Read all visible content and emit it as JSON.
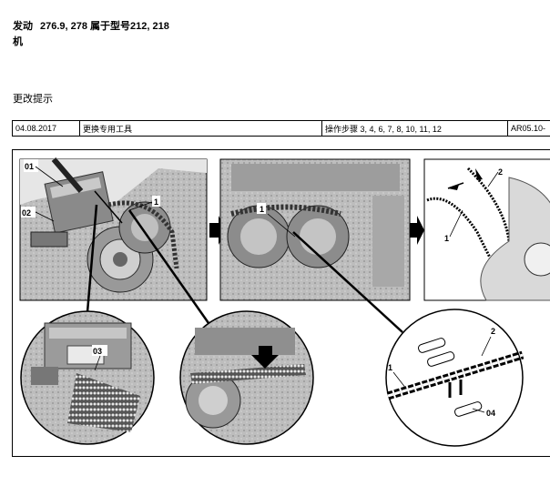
{
  "header": {
    "action": "发动",
    "action_cont": "机",
    "model_text": "276.9, 278 属于型号212, 218"
  },
  "notice_title": "更改提示",
  "info_row": {
    "date": "04.08.2017",
    "description": "更换专用工具",
    "steps": "操作步骤 3, 4, 6, 7, 8, 10, 11, 12",
    "code": "AR05.10-"
  },
  "figure": {
    "callouts": {
      "c01": "01",
      "c02": "02",
      "c03": "03",
      "c04": "04",
      "c1a": "1",
      "c1b": "1",
      "c1c": "1",
      "c2a": "2",
      "c2b": "2"
    },
    "icons": [
      "arrow-right-icon",
      "arrow-right-icon"
    ]
  }
}
